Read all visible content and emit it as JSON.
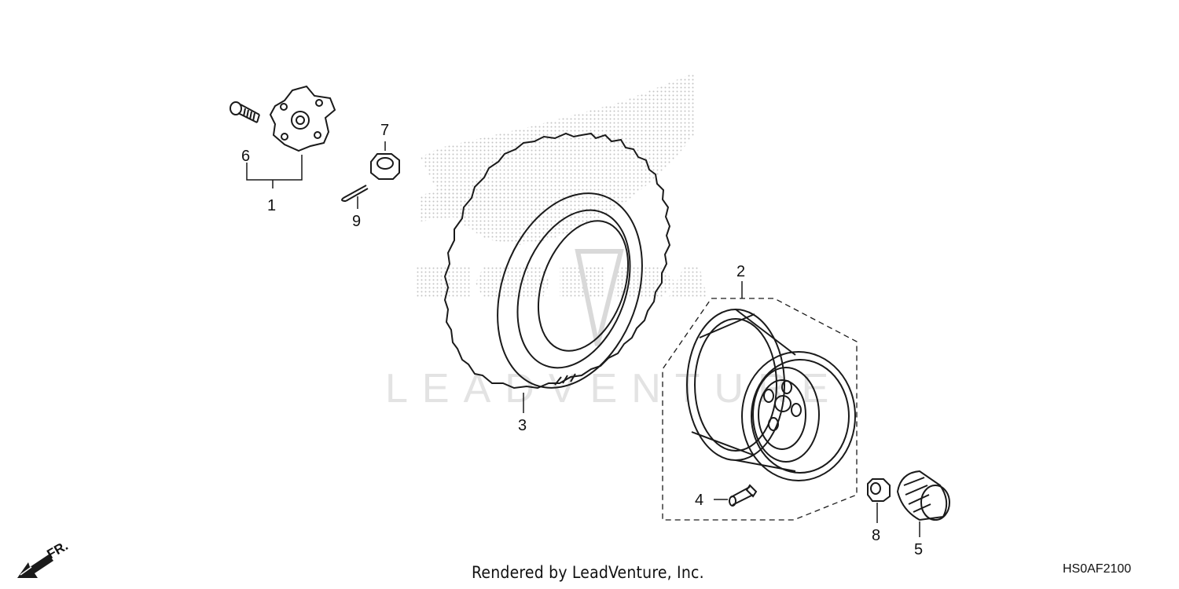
{
  "watermark": {
    "brand": "LEADVENTURE"
  },
  "callouts": [
    {
      "id": "1",
      "label": "1"
    },
    {
      "id": "2",
      "label": "2"
    },
    {
      "id": "3",
      "label": "3"
    },
    {
      "id": "4",
      "label": "4"
    },
    {
      "id": "5",
      "label": "5"
    },
    {
      "id": "6",
      "label": "6"
    },
    {
      "id": "7",
      "label": "7"
    },
    {
      "id": "8",
      "label": "8"
    },
    {
      "id": "9",
      "label": "9"
    }
  ],
  "direction": {
    "label": "FR."
  },
  "footer": {
    "rendered_by": "Rendered by LeadVenture, Inc."
  },
  "diagram_code": "HS0AF2100",
  "colors": {
    "line": "#1a1a1a",
    "watermark_dots": "#c8c8c8",
    "watermark_text": "#e3e3e3"
  }
}
